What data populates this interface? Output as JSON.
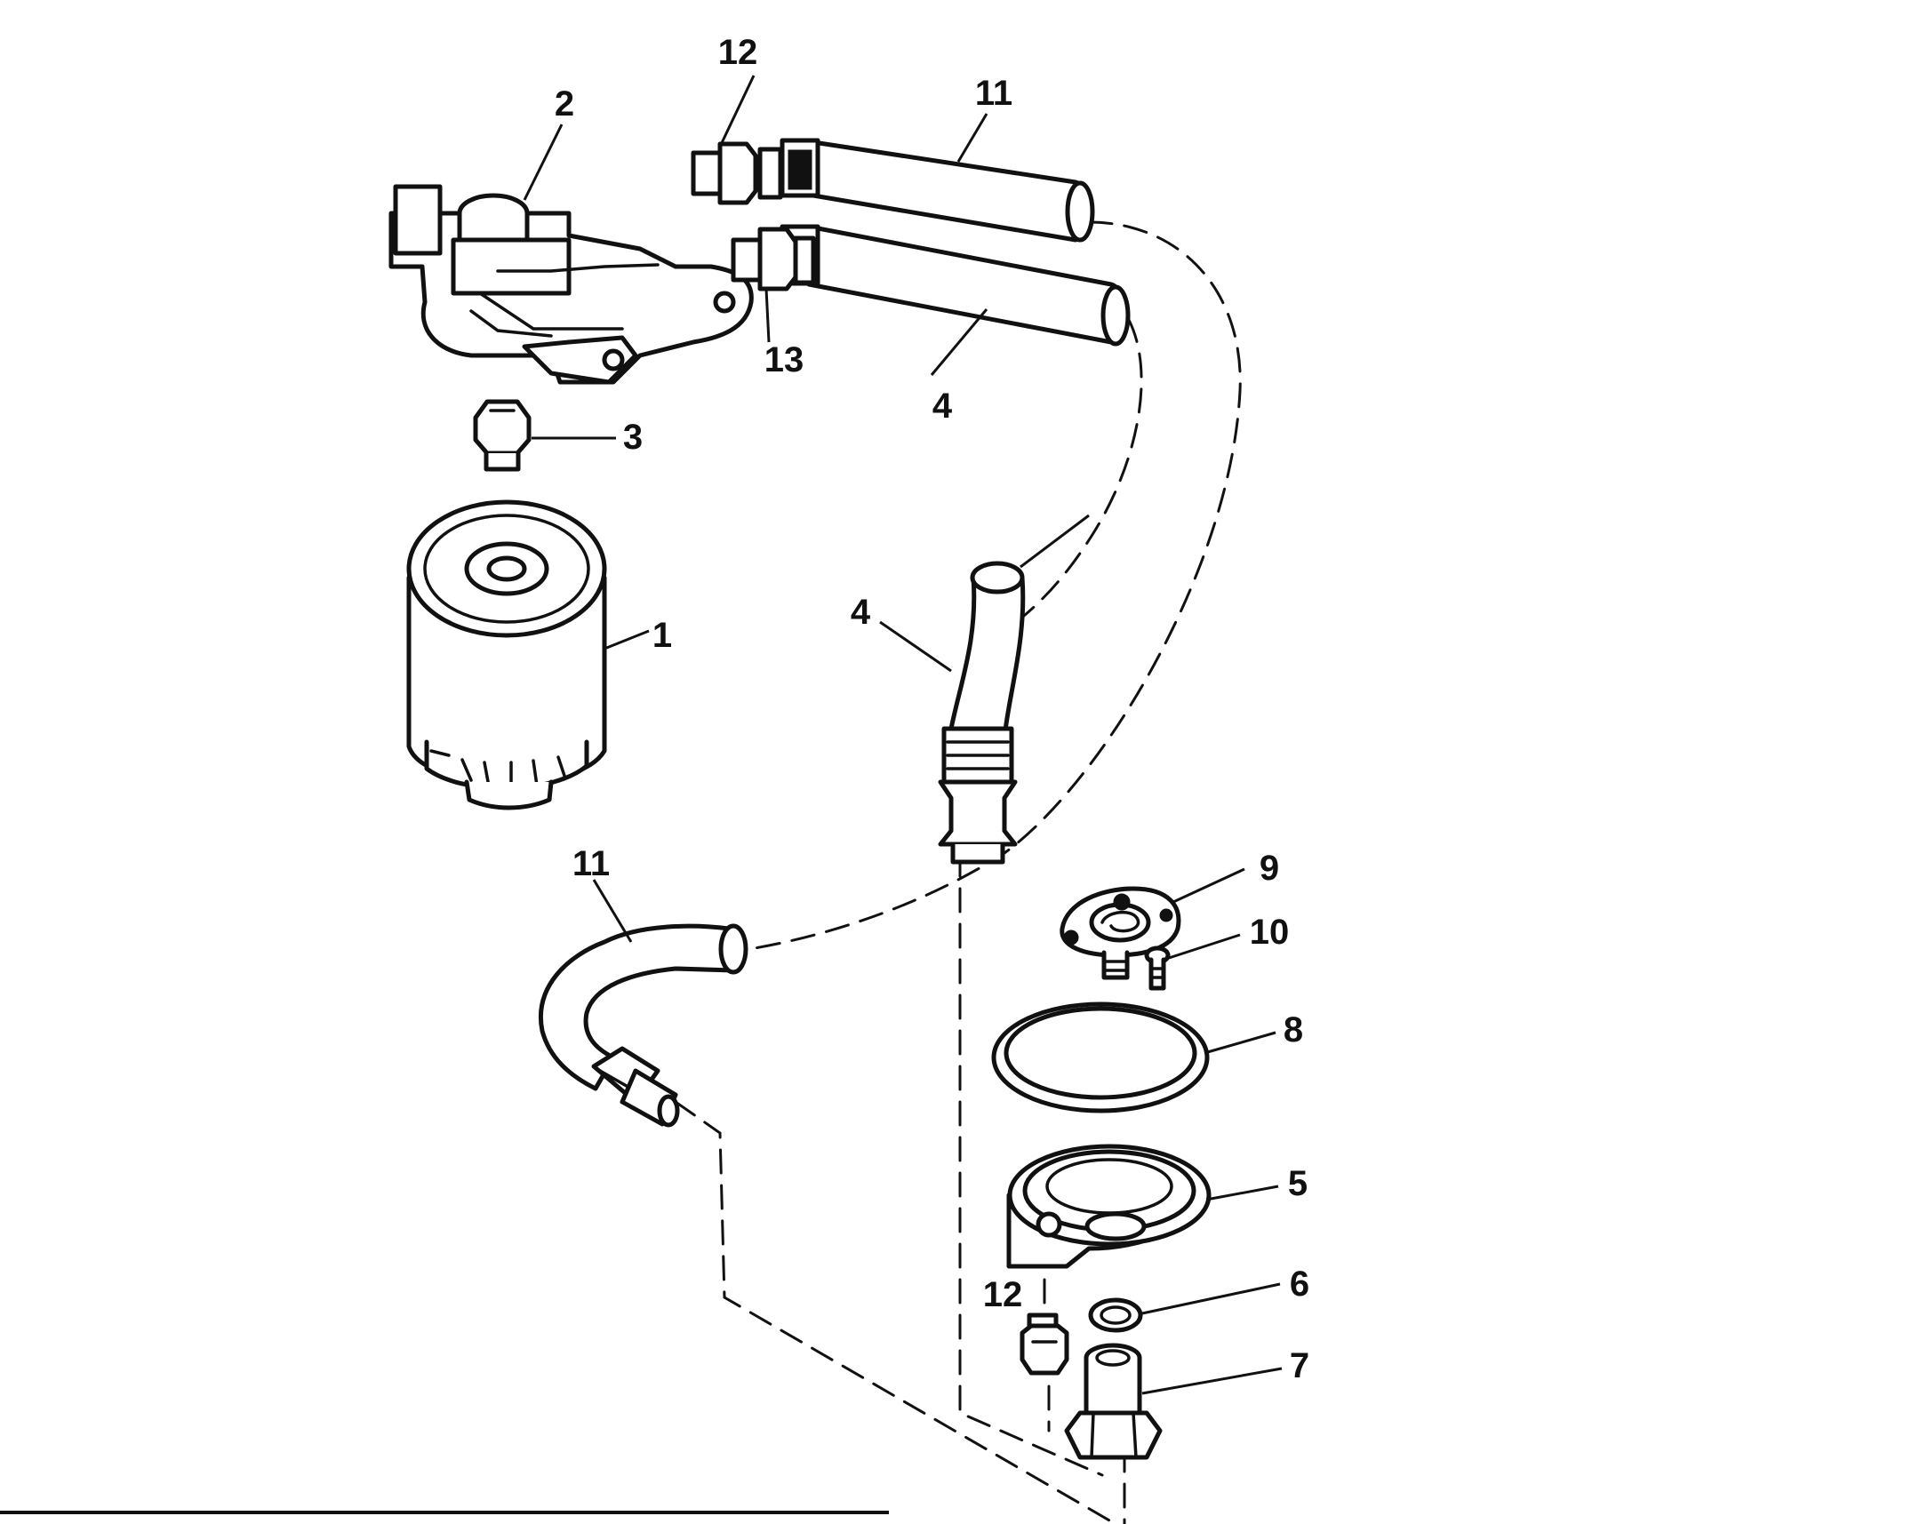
{
  "callouts": {
    "c1": "1",
    "c2": "2",
    "c3": "3",
    "c4a": "4",
    "c4b": "4",
    "c5": "5",
    "c6": "6",
    "c7": "7",
    "c8": "8",
    "c9": "9",
    "c10": "10",
    "c11a": "11",
    "c11b": "11",
    "c12a": "12",
    "c12b": "12",
    "c13": "13"
  },
  "colors": {
    "ink": "#111111",
    "paper": "#ffffff"
  }
}
